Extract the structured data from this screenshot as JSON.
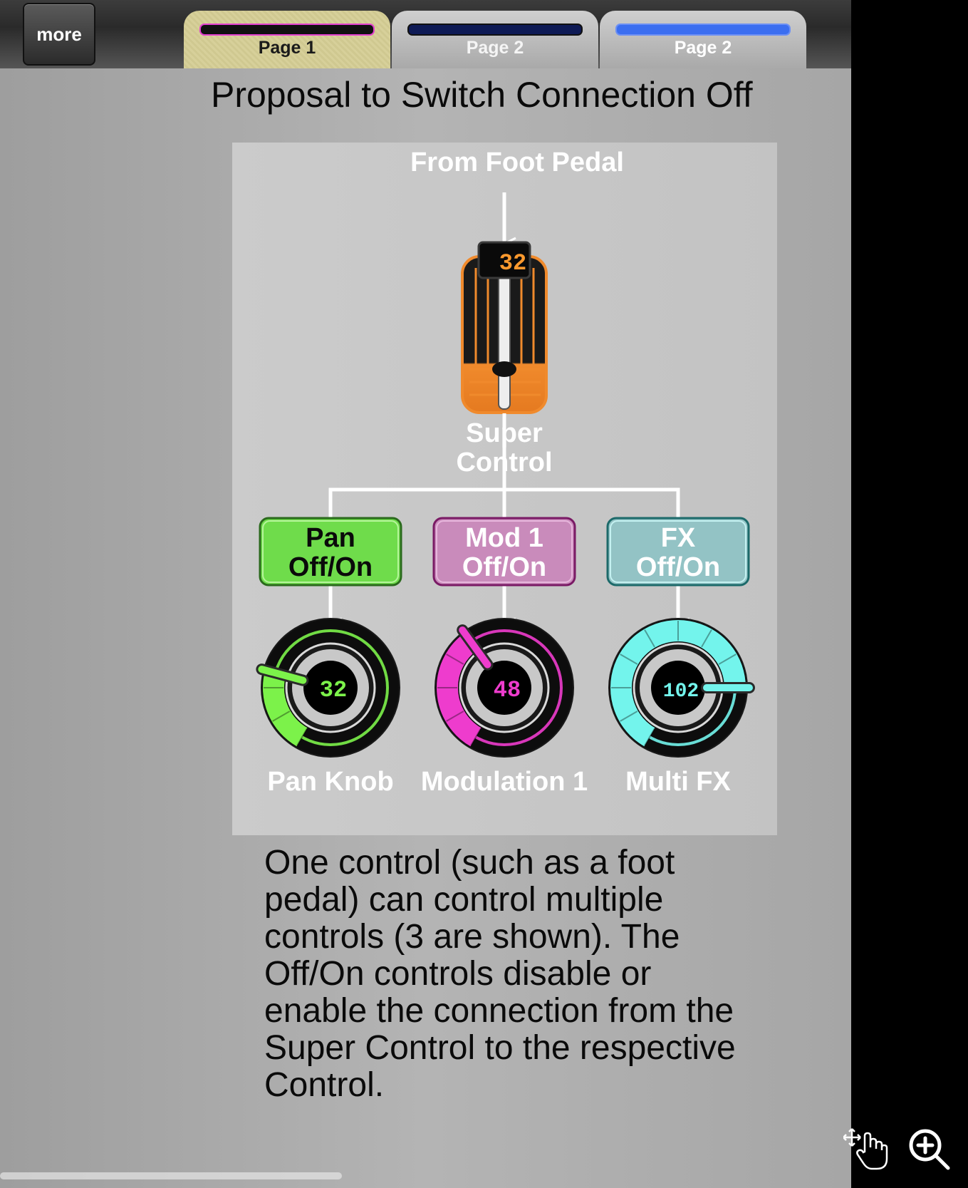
{
  "toolbar": {
    "more_label": "more"
  },
  "tabs": [
    {
      "label": "Page 1"
    },
    {
      "label": "Page 2"
    },
    {
      "label": "Page 2"
    }
  ],
  "page_title": "Proposal to Switch Connection Off",
  "diagram": {
    "source_label": "From Foot Pedal",
    "super_control": {
      "value": "32",
      "label_line1": "Super",
      "label_line2": "Control"
    },
    "switches": [
      {
        "line1": "Pan",
        "line2": "Off/On",
        "color": "#6fdc4b"
      },
      {
        "line1": "Mod 1",
        "line2": "Off/On",
        "color": "#c98bbb"
      },
      {
        "line1": "FX",
        "line2": "Off/On",
        "color": "#93c3c5"
      }
    ],
    "knobs": [
      {
        "value": "32",
        "label": "Pan Knob",
        "color": "#7cf24a",
        "level": 0.25
      },
      {
        "value": "48",
        "label": "Modulation 1",
        "color": "#ee3ccd",
        "level": 0.38
      },
      {
        "value": "102",
        "label": "Multi FX",
        "color": "#73f4ec",
        "level": 0.8
      }
    ]
  },
  "description": "One control (such as a foot pedal) can control multiple controls (3 are shown). The Off/On controls disable or enable the connection from the Super Control to the respective Control.",
  "colors": {
    "accent_orange": "#f08a2c",
    "readout_orange": "#ff9a2e"
  }
}
